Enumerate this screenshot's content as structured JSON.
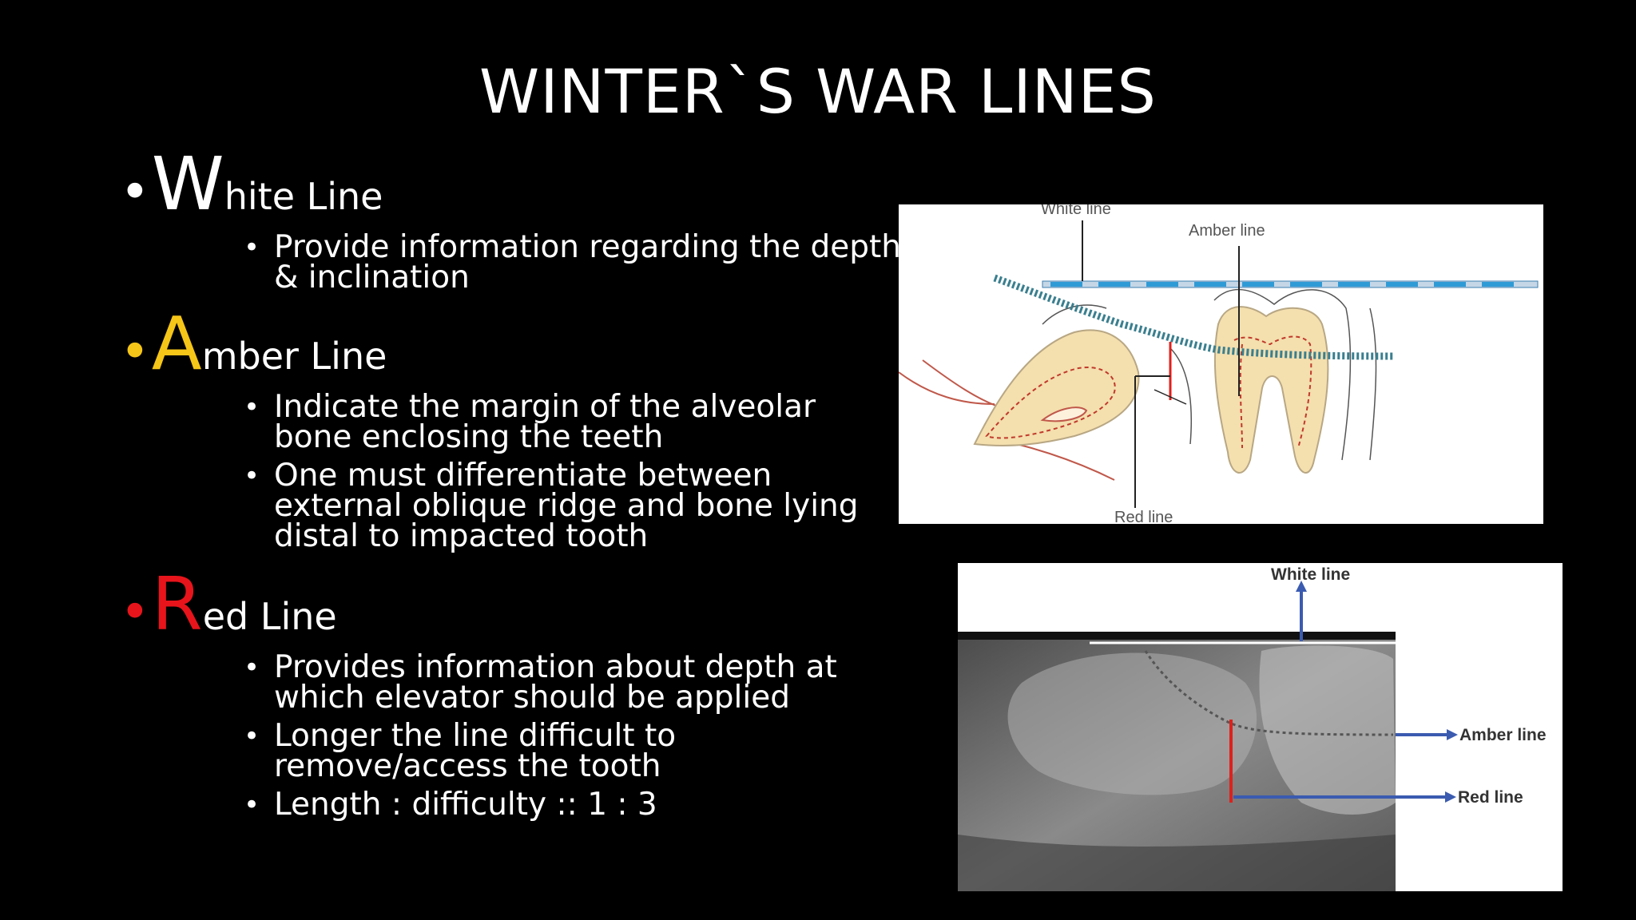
{
  "title": "WINTER`S WAR LINES",
  "colors": {
    "white": "#ffffff",
    "amber": "#f5c518",
    "red": "#e8141b"
  },
  "sections": [
    {
      "id": "white",
      "bullet": "•",
      "initial": "W",
      "rest": "hite Line",
      "items": [
        "Provide information regarding the depth & inclination"
      ]
    },
    {
      "id": "amber",
      "bullet": "•",
      "initial": "A",
      "rest": "mber Line",
      "items": [
        "Indicate the margin of the alveolar bone enclosing the teeth",
        "One must differentiate between external oblique ridge and bone lying distal to impacted tooth"
      ]
    },
    {
      "id": "red",
      "bullet": "•",
      "initial": "R",
      "rest": "ed Line",
      "items": [
        "Provides information about depth at which elevator should be applied",
        "Longer the line difficult to remove/access the tooth",
        "Length : difficulty :: 1 : 3"
      ]
    }
  ],
  "figure_top": {
    "labels": {
      "white": "White line",
      "amber": "Amber line",
      "red": "Red line"
    }
  },
  "figure_bottom": {
    "labels": {
      "white": "White line",
      "amber": "Amber line",
      "red": "Red line"
    }
  }
}
